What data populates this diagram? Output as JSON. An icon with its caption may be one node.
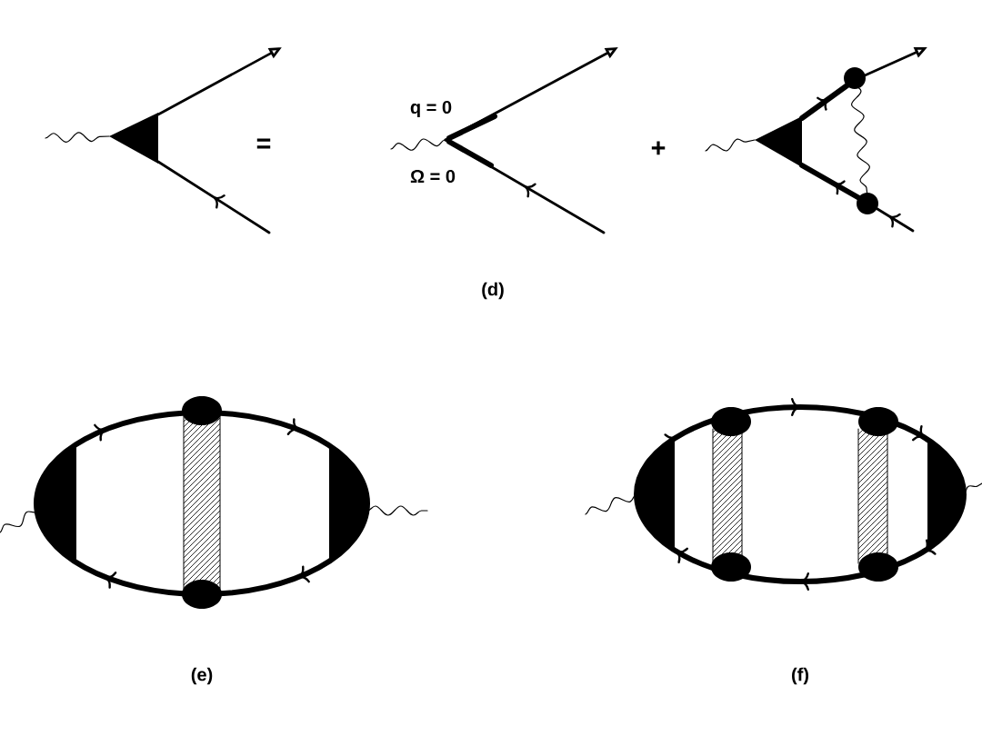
{
  "diagram": {
    "labels": [
      "=",
      "q = 0",
      "Ω = 0",
      "+",
      "(d)",
      "(e)",
      "(f)"
    ]
  }
}
